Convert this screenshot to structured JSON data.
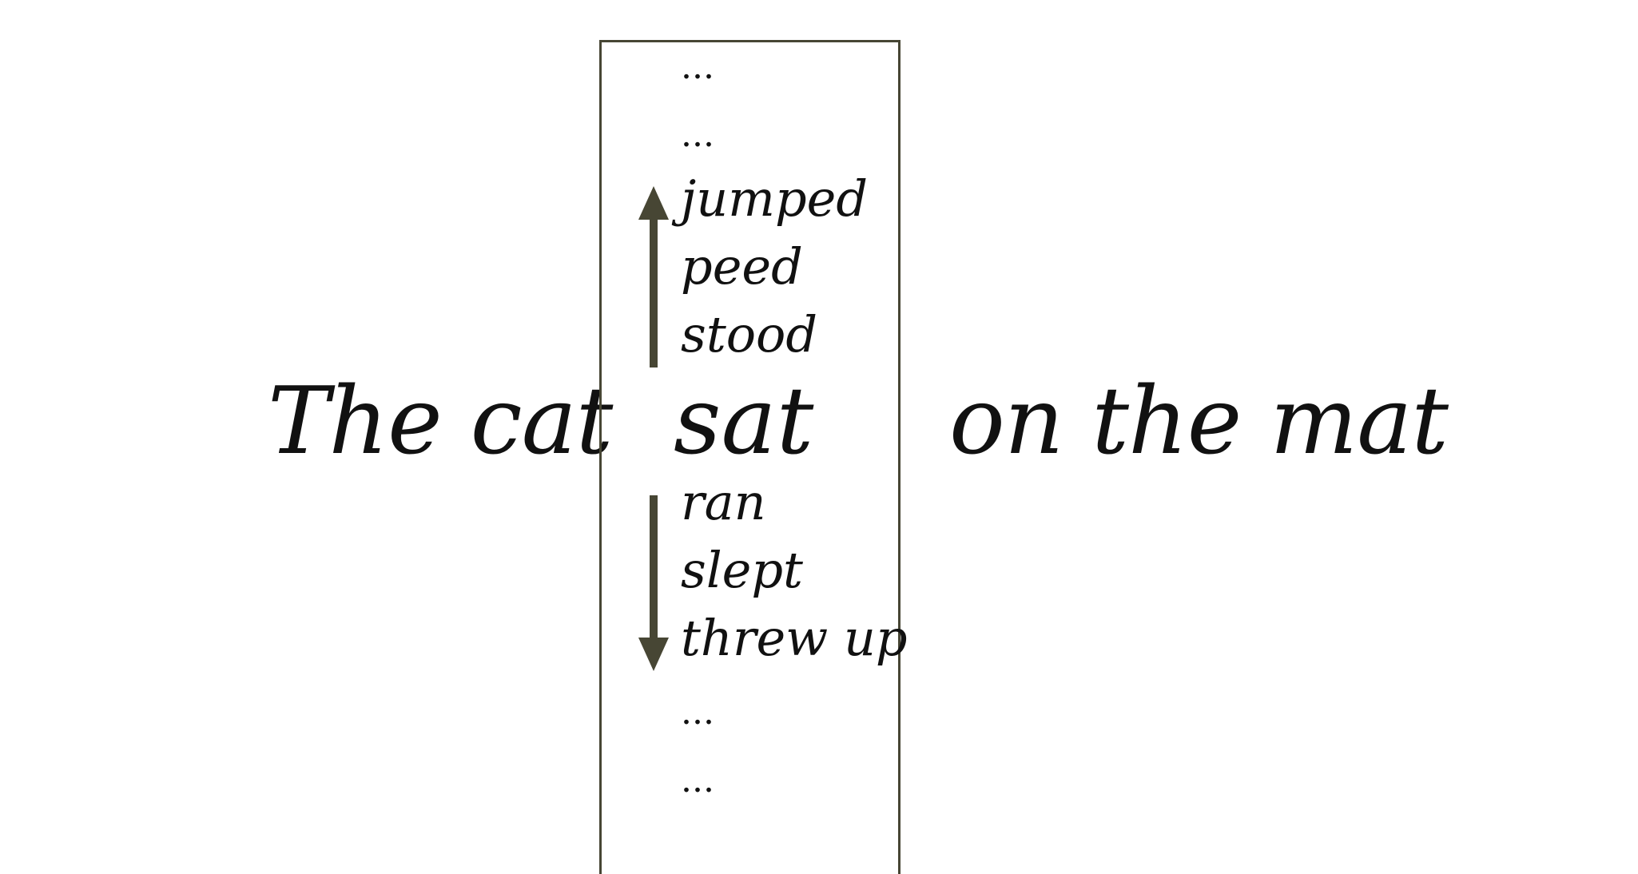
{
  "sentence": {
    "prefix": "The cat",
    "suffix": "on the mat"
  },
  "slot": {
    "selected": "sat",
    "above": [
      "...",
      "...",
      "jumped",
      "peed",
      "stood"
    ],
    "below": [
      "ran",
      "slept",
      "threw up",
      "...",
      "..."
    ]
  },
  "colors": {
    "box_border": "#474634",
    "arrow": "#474634",
    "text": "#111111"
  }
}
